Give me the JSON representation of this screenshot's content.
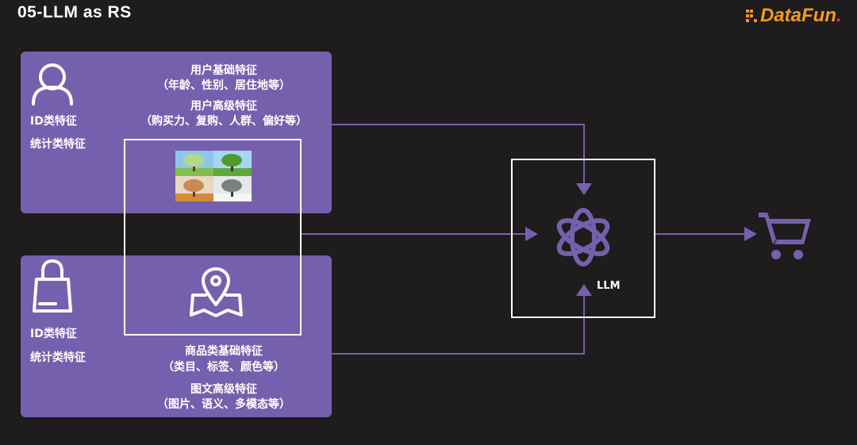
{
  "header": {
    "title": "05-LLM as RS",
    "logo_text": "DataFun",
    "logo_dot": "."
  },
  "user_panel": {
    "icon": "user-icon",
    "left_labels": [
      "ID类特征",
      "统计类特征"
    ],
    "basic_title": "用户基础特征",
    "basic_detail": "（年龄、性别、居住地等）",
    "advanced_title": "用户高级特征",
    "advanced_detail": "（购买力、复购、人群、偏好等）"
  },
  "item_panel": {
    "icon": "shopping-bag-icon",
    "left_labels": [
      "ID类特征",
      "统计类特征"
    ],
    "basic_title": "商品类基础特征",
    "basic_detail": "（类目、标签、颜色等）",
    "advanced_title": "图文高级特征",
    "advanced_detail": "（图片、语义、多模态等）"
  },
  "multimodal_frame": {
    "image": "four-season-trees-image",
    "icon": "map-pin-icon"
  },
  "llm": {
    "label": "LLM",
    "icon": "openai-logo-icon"
  },
  "output": {
    "icon": "shopping-cart-icon"
  },
  "colors": {
    "background": "#1e1c1c",
    "panel": "#7560ad",
    "arrow": "#7560ad",
    "logo_orange": "#f39a1d",
    "logo_red": "#e53b2e"
  }
}
